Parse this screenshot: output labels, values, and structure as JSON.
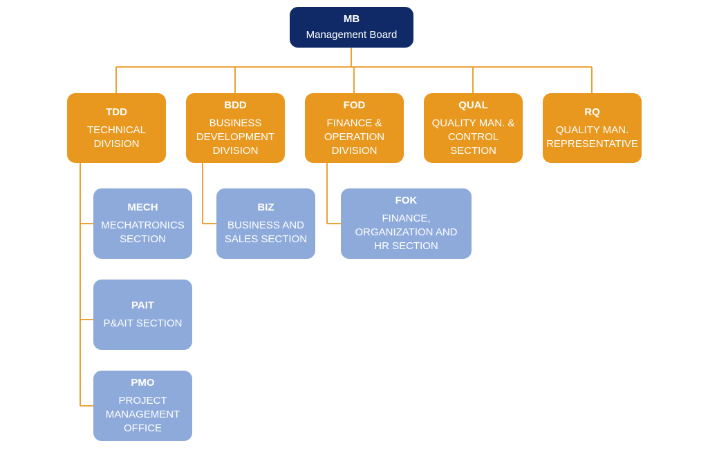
{
  "board": {
    "code": "MB",
    "name": "Management Board"
  },
  "divisions": [
    {
      "code": "TDD",
      "name": "TECHNICAL\nDIVISION"
    },
    {
      "code": "BDD",
      "name": "BUSINESS\nDEVELOPMENT\nDIVISION"
    },
    {
      "code": "FOD",
      "name": "FINANCE &\nOPERATION\nDIVISION"
    },
    {
      "code": "QUAL",
      "name": "QUALITY MAN. &\nCONTROL\nSECTION"
    },
    {
      "code": "RQ",
      "name": "QUALITY MAN.\nREPRESENTATIVE"
    }
  ],
  "sections": [
    {
      "code": "MECH",
      "name": "MECHATRONICS\nSECTION",
      "parent": "TDD"
    },
    {
      "code": "PAIT",
      "name": "P&AIT SECTION",
      "parent": "TDD"
    },
    {
      "code": "PMO",
      "name": "PROJECT\nMANAGEMENT\nOFFICE",
      "parent": "TDD"
    },
    {
      "code": "BIZ",
      "name": "BUSINESS AND\nSALES SECTION",
      "parent": "BDD"
    },
    {
      "code": "FOK",
      "name": "FINANCE,\nORGANIZATION AND\nHR SECTION",
      "parent": "FOD"
    }
  ],
  "colors": {
    "board": "#0f2a66",
    "division": "#e8981f",
    "section": "#8eaadb",
    "connector": "#e8981f"
  }
}
